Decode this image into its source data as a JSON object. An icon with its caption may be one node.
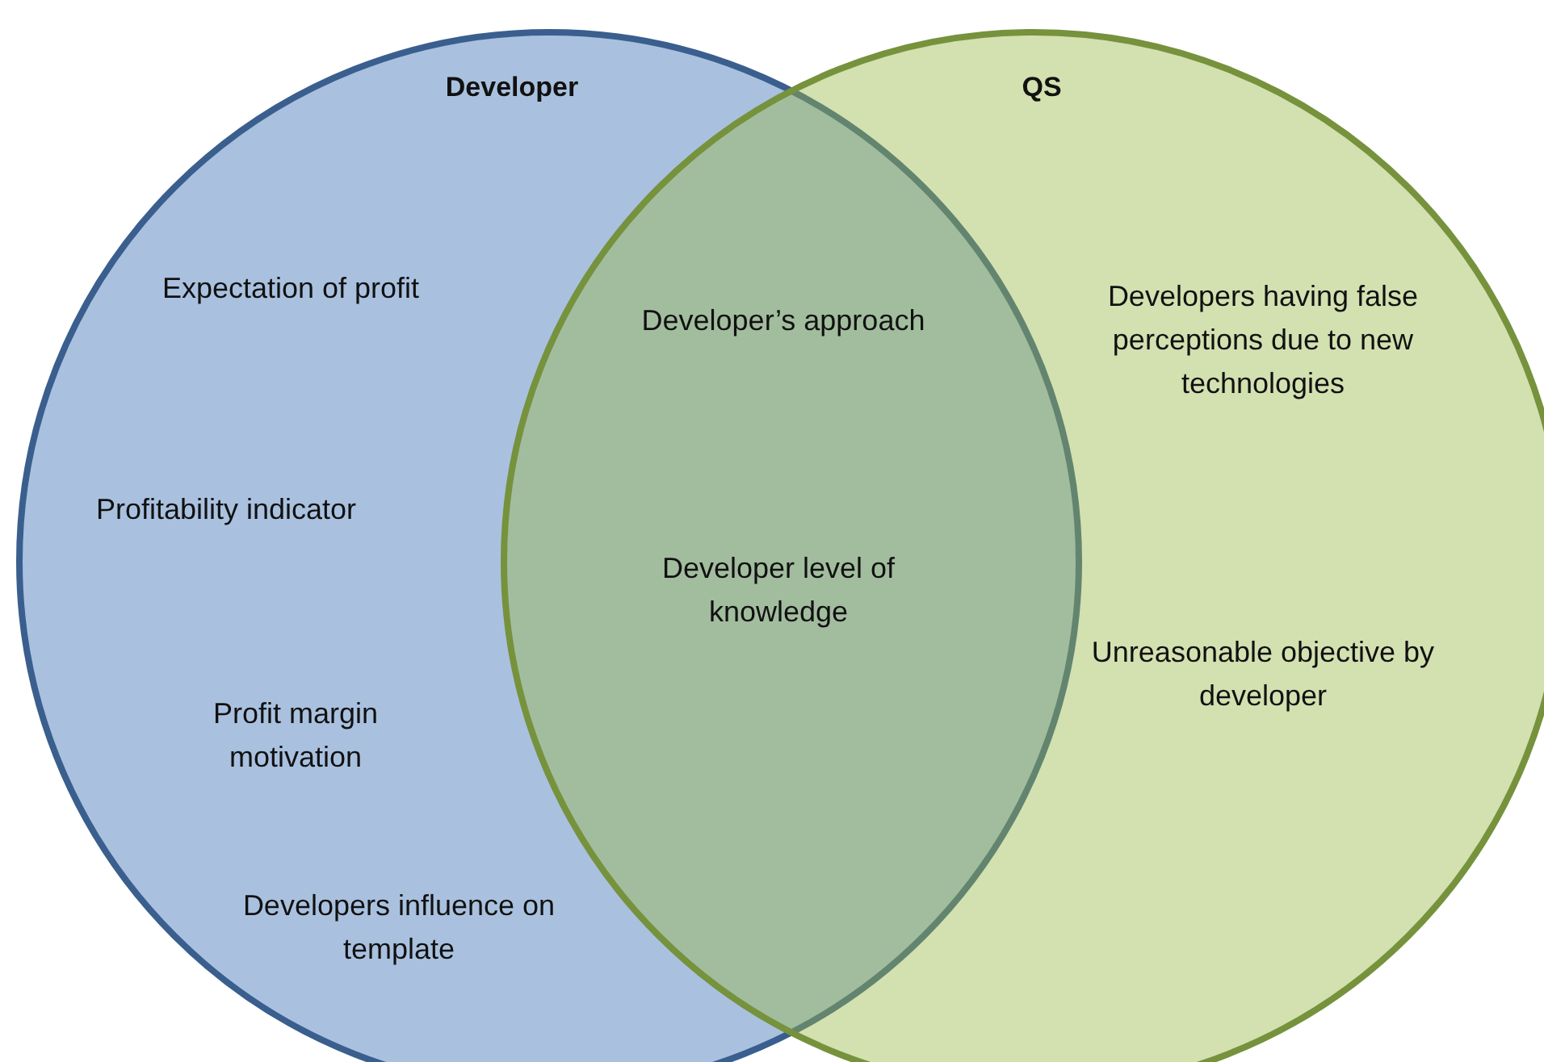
{
  "diagram": {
    "nodes": [
      {
        "text": [
          "Developer",
          "Expectation of profit",
          "Profitability indicator",
          "Profit margin motivation",
          "Developers influence on template"
        ]
      },
      {
        "text": [
          "QS",
          "Developers having false perceptions due to new technologies",
          "Unreasonable objective by developer"
        ]
      }
    ],
    "labels": [
      "Developer’s approach",
      "Developer level of knowledge"
    ]
  }
}
